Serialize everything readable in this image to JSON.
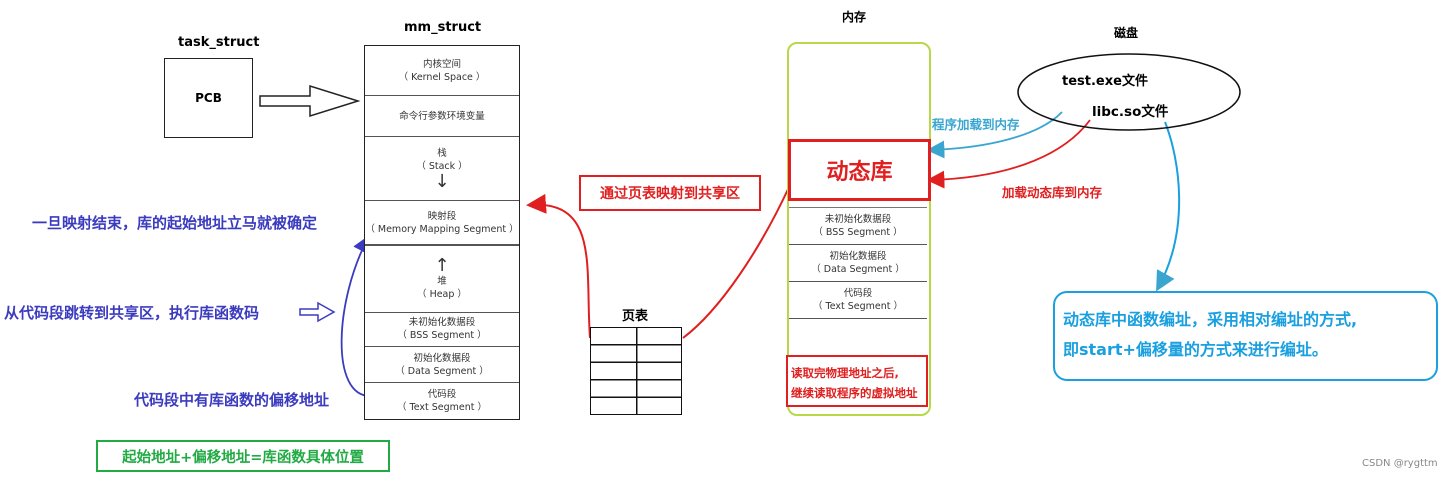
{
  "task_struct": {
    "title": "task_struct",
    "pcb": "PCB"
  },
  "mm_struct": {
    "title": "mm_struct",
    "segments": [
      {
        "name": "内核空间",
        "sub": "（ Kernel Space ）"
      },
      {
        "name": "命令行参数环境变量",
        "sub": ""
      },
      {
        "name": "栈",
        "sub": "（ Stack ）"
      },
      {
        "name": "映射段",
        "sub": "（ Memory Mapping Segment ）"
      },
      {
        "name": "堆",
        "sub": "（ Heap ）"
      },
      {
        "name": "未初始化数据段",
        "sub": "（ BSS Segment ）"
      },
      {
        "name": "初始化数据段",
        "sub": "（ Data Segment ）"
      },
      {
        "name": "代码段",
        "sub": "（ Text Segment ）"
      }
    ]
  },
  "memory": {
    "title": "内存",
    "dynlib": "动态库",
    "segments": [
      {
        "name": "未初始化数据段",
        "sub": "（ BSS Segment ）"
      },
      {
        "name": "初始化数据段",
        "sub": "（ Data Segment ）"
      },
      {
        "name": "代码段",
        "sub": "（ Text Segment ）"
      }
    ],
    "note_line1": "读取完物理地址之后,",
    "note_line2": "继续读取程序的虚拟地址"
  },
  "disk": {
    "title": "磁盘",
    "exe": "test.exe文件",
    "so": "libc.so文件"
  },
  "page_table": {
    "title": "页表"
  },
  "labels": {
    "map_shared": "通过页表映射到共享区",
    "load_program": "程序加载到内存",
    "load_dynlib": "加载动态库到内存",
    "mapping_done": "一旦映射结束，库的起始地址立马就被确定",
    "jump_shared": "从代码段跳转到共享区，执行库函数码",
    "offset": "代码段中有库函数的偏移地址",
    "formula": "起始地址+偏移地址=库函数具体位置",
    "addr_line1": "动态库中函数编址，采用相对编址的方式,",
    "addr_line2": "即start+偏移量的方式来进行编址。",
    "watermark": "CSDN @rygttm"
  },
  "colors": {
    "blue": "#3b3bbf",
    "red": "#e02020",
    "cyan": "#3aa6d0",
    "green": "#22aa44",
    "memory_border": "#b8d84a"
  }
}
